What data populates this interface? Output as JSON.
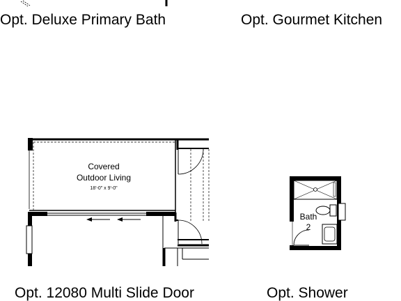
{
  "captions": {
    "deluxe_bath": "Opt. Deluxe Primary Bath",
    "gourmet_kitchen": "Opt. Gourmet Kitchen",
    "multi_slide_door": "Opt. 12080 Multi Slide Door",
    "shower": "Opt. Shower"
  },
  "rooms": {
    "outdoor_living": {
      "line1": "Covered",
      "line2": "Outdoor Living",
      "dimensions": "18'-0\" x 9'-0\""
    },
    "bath": {
      "name": "Bath",
      "number": "2"
    }
  }
}
